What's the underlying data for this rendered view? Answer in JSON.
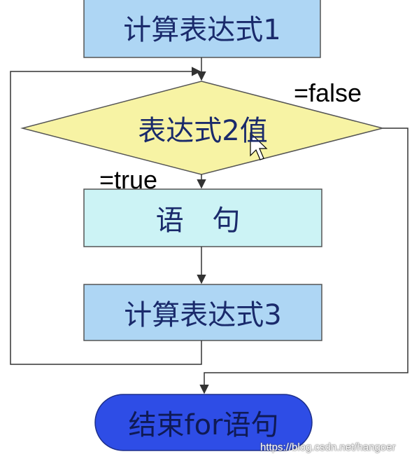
{
  "diagram": {
    "nodes": {
      "expr1": {
        "text": "计算表达式1",
        "fill": "#aed6f4"
      },
      "condition": {
        "text": "表达式2值",
        "fill": "#f7f3a4"
      },
      "statement": {
        "text": "语 句",
        "fill": "#ccf3f5"
      },
      "expr3": {
        "text": "计算表达式3",
        "fill": "#aed6f4"
      },
      "end": {
        "text": "结束for语句",
        "fill": "#2e4de6"
      }
    },
    "edge_labels": {
      "false": "=false",
      "true": "=true"
    },
    "line_color": "#333333",
    "border_color": "#555555"
  },
  "watermark": "https://blog.csdn.net/hangoer"
}
